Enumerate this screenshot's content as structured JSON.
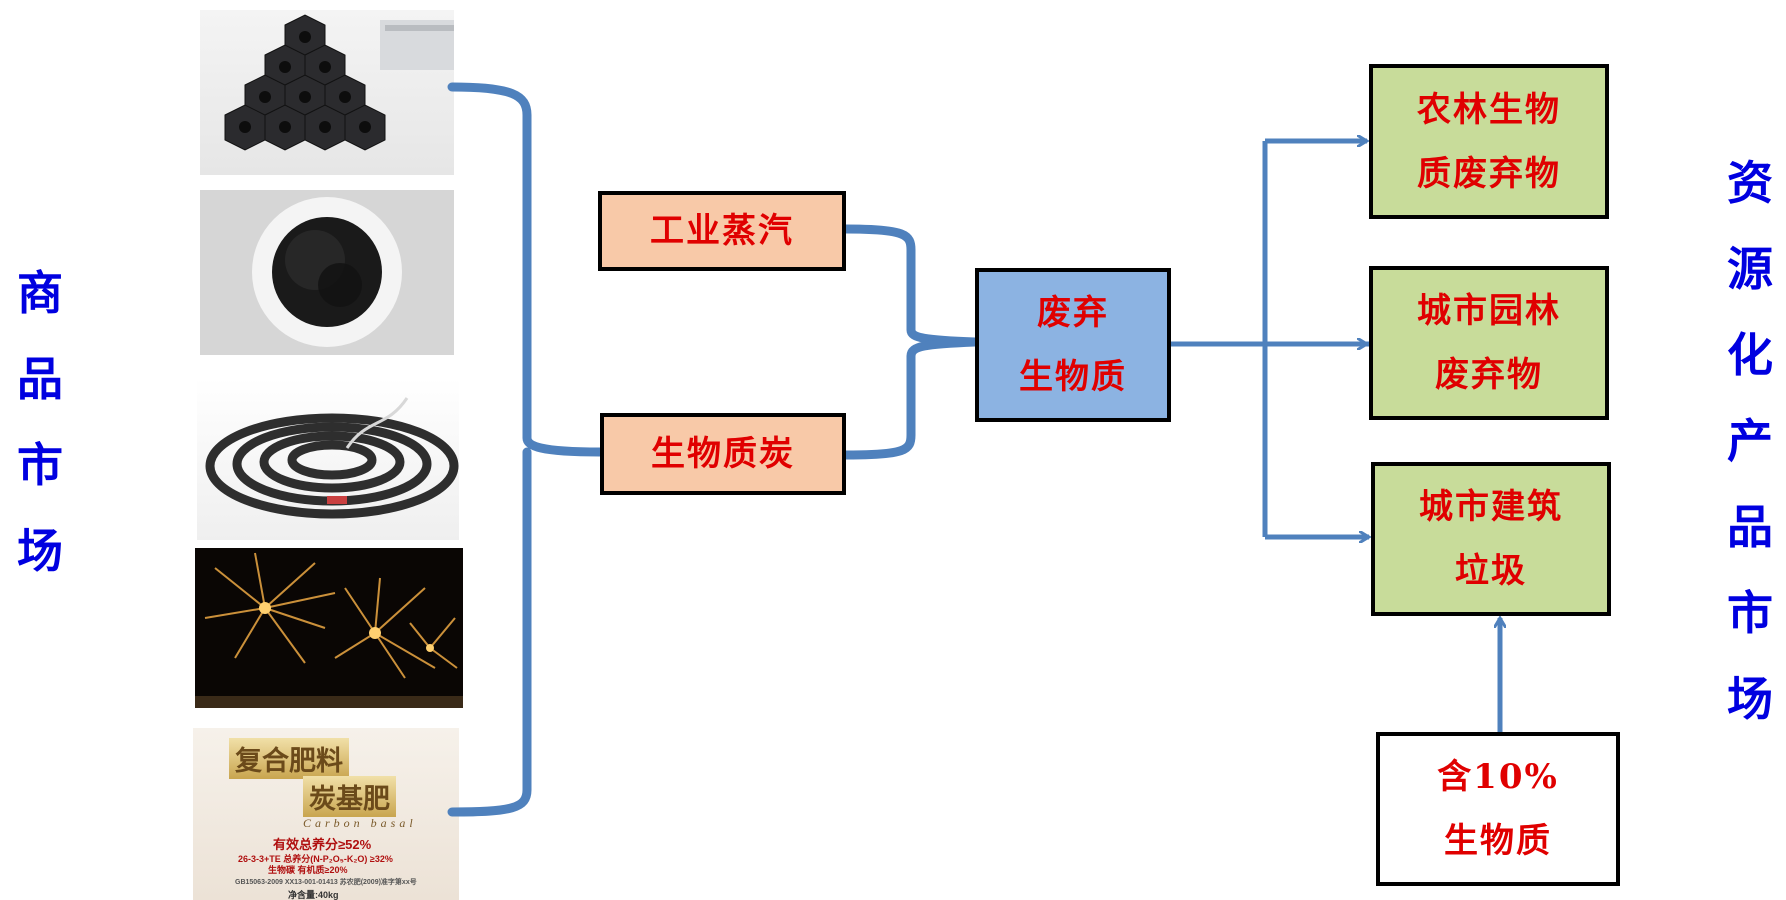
{
  "left_label": [
    "商",
    "品",
    "市",
    "场"
  ],
  "right_label": [
    "资",
    "源",
    "化",
    "产",
    "品",
    "市",
    "场"
  ],
  "boxes": {
    "steam": [
      "工业蒸汽"
    ],
    "char": [
      "生物质炭"
    ],
    "waste": [
      "废弃",
      "生物质"
    ],
    "agri": [
      "农林生物",
      "质废弃物"
    ],
    "garden": [
      "城市园林",
      "废弃物"
    ],
    "constr": [
      "城市建筑",
      "垃圾"
    ],
    "ten": [
      "含10%",
      "生物质"
    ]
  },
  "fertilizer_bag": {
    "title1": "复合肥料",
    "title2": "炭基肥",
    "subtitle": "Carbon basal",
    "line1": "有效总养分≥52%",
    "line2": "26-3-3+TE  总养分(N-P₂O₅-K₂O) ≥32%",
    "line3": "生物碳      有机质≥20%",
    "line4": "GB15063-2009   XX13-001-01413   苏农肥(2009)准字第xx号",
    "net_weight": "净含量:40kg"
  },
  "colors": {
    "side_label": "#0000e0",
    "box_text": "#e00000",
    "peach": "#f8c9a8",
    "blue": "#8cb3e2",
    "green": "#c8dc9a",
    "connector": "#4f81bd"
  }
}
